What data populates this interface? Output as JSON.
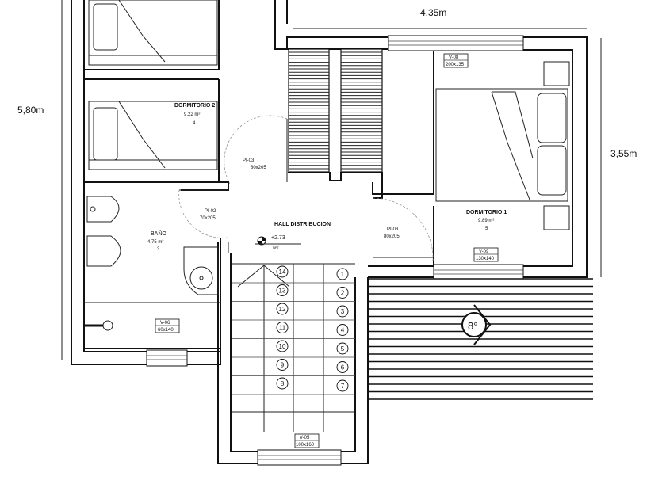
{
  "dimensions": {
    "top_width": "4,35m",
    "left_height": "5,80m",
    "right_height": "3,55m"
  },
  "rooms": {
    "dormitorio2": {
      "name": "DORMITORIO 2",
      "area": "9.22 m²",
      "id": "4"
    },
    "dormitorio1": {
      "name": "DORMITORIO 1",
      "area": "9.89 m²",
      "id": "5"
    },
    "bano": {
      "name": "BAÑO",
      "area": "4.75 m²",
      "id": "3"
    },
    "hall": {
      "name": "HALL DISTRIBUCION"
    }
  },
  "doors": {
    "pi03_left": {
      "code": "PI-03",
      "size": "80x205"
    },
    "pi02": {
      "code": "PI-02",
      "size": "70x205"
    },
    "pi03_right": {
      "code": "PI-03",
      "size": "80x205"
    }
  },
  "windows": {
    "v08": {
      "code": "V-08",
      "size": "200x135"
    },
    "v09": {
      "code": "V-09",
      "size": "130x140"
    },
    "v06": {
      "code": "V-06",
      "size": "60x140"
    },
    "v05": {
      "code": "V-05",
      "size": "100x160"
    }
  },
  "level": {
    "value": "+2.73",
    "note": "NPT"
  },
  "stairs": {
    "right_steps": [
      "1",
      "2",
      "3",
      "4",
      "5",
      "6",
      "7"
    ],
    "left_steps": [
      "14",
      "13",
      "12",
      "11",
      "10",
      "9",
      "8"
    ]
  },
  "terrace": {
    "slope": "8°"
  }
}
